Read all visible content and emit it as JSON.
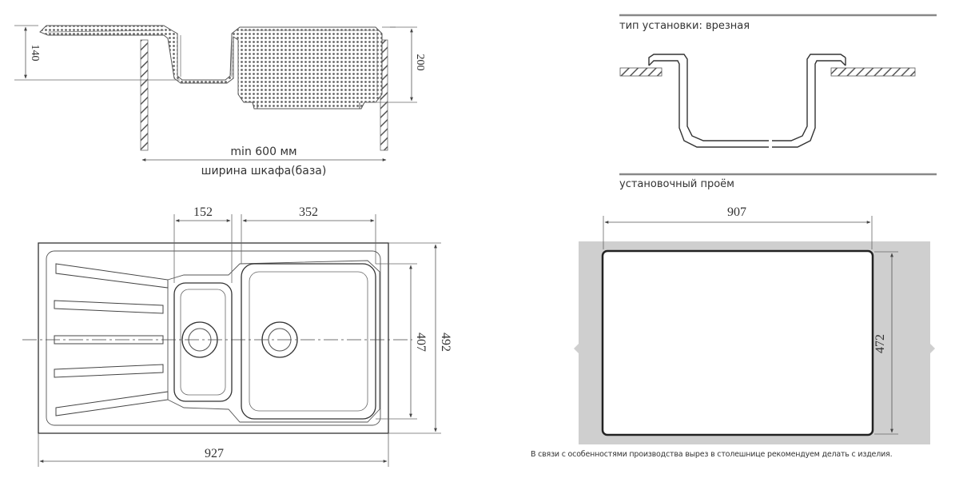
{
  "top_left": {
    "dim_depth_left": "140",
    "dim_depth_right": "200",
    "min_width": "min 600 мм",
    "cabinet_width": "ширина шкафа(база)"
  },
  "top_right": {
    "install_type": "тип установки: врезная",
    "cutout_title": "установочный проём"
  },
  "plan": {
    "dim_small_bowl": "152",
    "dim_large_bowl": "352",
    "dim_bowl_height": "407",
    "dim_total_height": "492",
    "dim_total_width": "927"
  },
  "cutout": {
    "width": "907",
    "height": "472",
    "note": "В связи с особенностями производства вырез в столешнице рекомендуем делать с изделия."
  }
}
